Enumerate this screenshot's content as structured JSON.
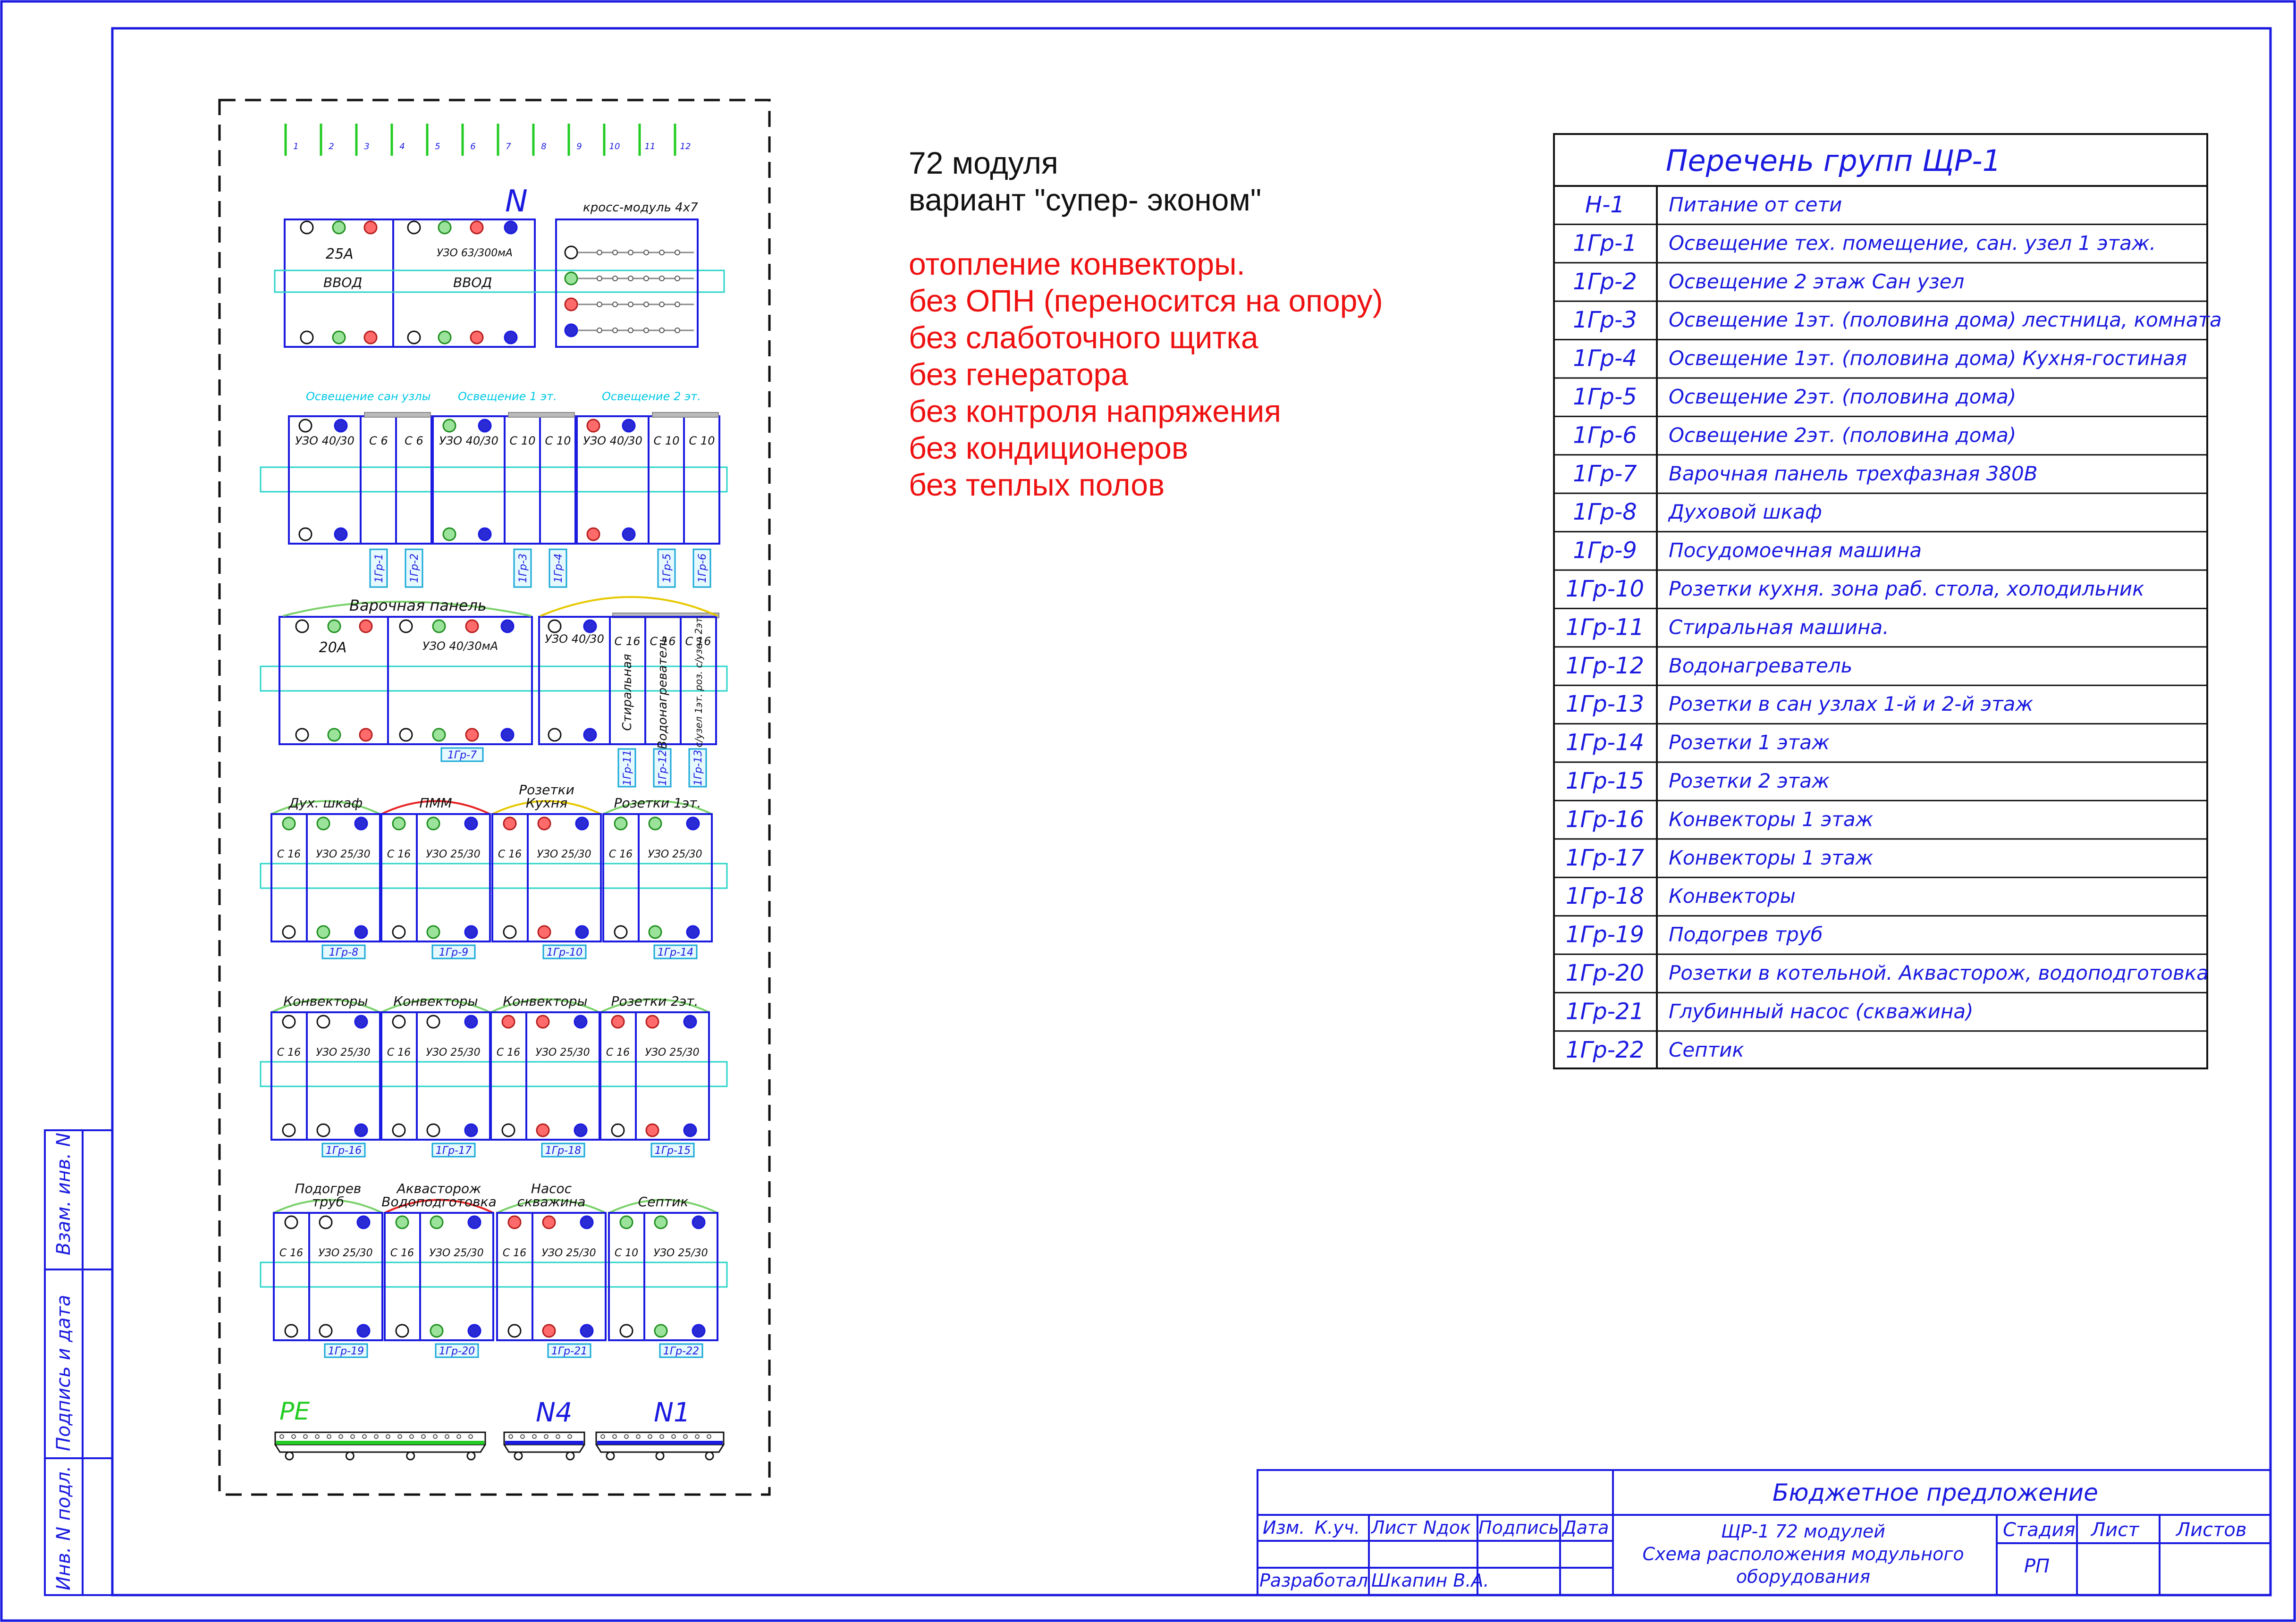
{
  "notes": {
    "title1": "72 модуля",
    "title2": "вариант \"супер- эконом\"",
    "red_lines": [
      "отопление конвекторы.",
      "без ОПН (переносится на опору)",
      "без слаботочного щитка",
      "без генератора",
      "без контроля напряжения",
      "без кондиционеров",
      "без теплых полов"
    ]
  },
  "colors": {
    "frame": "#1a1ae0",
    "text_blue": "#1a1ae0",
    "note_red": "#ee1111",
    "caption_cyan": "#00c8e6",
    "pe_green": "#22cc22",
    "arc_yellow": "#e6c800",
    "arc_red": "#e62222"
  },
  "table": {
    "title": "Перечень групп ЩР-1",
    "rows": [
      {
        "code": "Н-1",
        "desc": "Питание от сети"
      },
      {
        "code": "1Гр-1",
        "desc": "Освещение тех. помещение, сан. узел 1 этаж."
      },
      {
        "code": "1Гр-2",
        "desc": "Освещение 2 этаж Сан узел"
      },
      {
        "code": "1Гр-3",
        "desc": "Освещение 1эт. (половина дома) лестница, комната"
      },
      {
        "code": "1Гр-4",
        "desc": "Освещение 1эт. (половина дома) Кухня-гостиная"
      },
      {
        "code": "1Гр-5",
        "desc": "Освещение 2эт. (половина дома)"
      },
      {
        "code": "1Гр-6",
        "desc": "Освещение 2эт. (половина дома)"
      },
      {
        "code": "1Гр-7",
        "desc": "Варочная панель трехфазная 380В"
      },
      {
        "code": "1Гр-8",
        "desc": "Духовой шкаф"
      },
      {
        "code": "1Гр-9",
        "desc": "Посудомоечная машина"
      },
      {
        "code": "1Гр-10",
        "desc": "Розетки кухня. зона раб. стола, холодильник"
      },
      {
        "code": "1Гр-11",
        "desc": "Стиральная машина."
      },
      {
        "code": "1Гр-12",
        "desc": "Водонагреватель"
      },
      {
        "code": "1Гр-13",
        "desc": "Розетки в сан узлах 1-й и 2-й этаж"
      },
      {
        "code": "1Гр-14",
        "desc": "Розетки 1 этаж"
      },
      {
        "code": "1Гр-15",
        "desc": "Розетки 2 этаж"
      },
      {
        "code": "1Гр-16",
        "desc": "Конвекторы 1 этаж"
      },
      {
        "code": "1Гр-17",
        "desc": "Конвекторы 1 этаж"
      },
      {
        "code": "1Гр-18",
        "desc": "Конвекторы"
      },
      {
        "code": "1Гр-19",
        "desc": "Подогрев труб"
      },
      {
        "code": "1Гр-20",
        "desc": "Розетки в котельной. Аквасторож, водоподготовка"
      },
      {
        "code": "1Гр-21",
        "desc": "Глубинный насос (скважина)"
      },
      {
        "code": "1Гр-22",
        "desc": "Септик"
      }
    ]
  },
  "side_stamp": {
    "labels": [
      "Взам. инв. N",
      "Подпись и дата",
      "Инв. N подл."
    ]
  },
  "title_block": {
    "project": "Бюджетное предложение",
    "h_izm": "Изм.",
    "h_kuch": "К.уч.",
    "h_list": "Лист",
    "h_ndok": "Nдок",
    "h_podpis": "Подпись",
    "h_data": "Дата",
    "razrabotal": "Разработал",
    "author": "Шкапин В.А.",
    "doc_title_lines": [
      "ЩР-1 72 модулей",
      "Схема расположения модульного",
      "оборудования"
    ],
    "h_stadia": "Стадия",
    "h_list2": "Лист",
    "h_listov": "Листов",
    "stadia": "РП"
  },
  "panel": {
    "terminal_numbers": [
      "1",
      "2",
      "3",
      "4",
      "5",
      "6",
      "7",
      "8",
      "9",
      "10",
      "11",
      "12"
    ],
    "n_label": "N",
    "cross_module": "кросс-модуль 4х7",
    "input": {
      "a": "25А",
      "uzo": "УЗО 63/300мА",
      "vvod": "ВВОД"
    },
    "row1_captions": [
      "Освещение сан узлы",
      "Освещение 1 эт.",
      "Освещение 2 эт."
    ],
    "row1_devices": [
      "УЗО 40/30",
      "С 6",
      "С 6",
      "УЗО 40/30",
      "С 10",
      "С 10",
      "УЗО 40/30",
      "С 10",
      "С 10"
    ],
    "row1_groups": [
      "1Гр-1",
      "1Гр-2",
      "1Гр-3",
      "1Гр-4",
      "1Гр-5",
      "1Гр-6"
    ],
    "row2": {
      "caption": "Варочная панель",
      "devices": [
        "20А",
        "УЗО 40/30мА",
        "УЗО 40/30",
        "С 16",
        "С 16",
        "С 16"
      ],
      "vertical": [
        "Стиральная",
        "Водонагреватель",
        "роз. с/узел 1эт. роз. с/узел 2эт."
      ],
      "groups": [
        "1Гр-7",
        "1Гр-11",
        "1Гр-12",
        "1Гр-13"
      ]
    },
    "row3": {
      "captions": [
        "Дух. шкаф",
        "ПММ",
        "Розетки Кухня",
        "Розетки 1эт."
      ],
      "c": [
        "С 16",
        "С 16",
        "С 16",
        "С 16"
      ],
      "uzo": "УЗО 25/30",
      "groups": [
        "1Гр-8",
        "1Гр-9",
        "1Гр-10",
        "1Гр-14"
      ]
    },
    "row4": {
      "captions": [
        "Конвекторы",
        "Конвекторы",
        "Конвекторы",
        "Розетки 2эт."
      ],
      "c": [
        "С 16",
        "С 16",
        "С 16",
        "С 16"
      ],
      "uzo": "УЗО 25/30",
      "groups": [
        "1Гр-16",
        "1Гр-17",
        "1Гр-18",
        "1Гр-15"
      ]
    },
    "row5": {
      "captions": [
        "Подогрев труб",
        "Аквасторож Водоподготовка",
        "Насос скважина",
        "Септик"
      ],
      "c": [
        "С 16",
        "С 16",
        "С 16",
        "С 10"
      ],
      "uzo": "УЗО 25/30",
      "groups": [
        "1Гр-19",
        "1Гр-20",
        "1Гр-21",
        "1Гр-22"
      ]
    },
    "bus_labels": [
      "PE",
      "N4",
      "N1"
    ]
  }
}
